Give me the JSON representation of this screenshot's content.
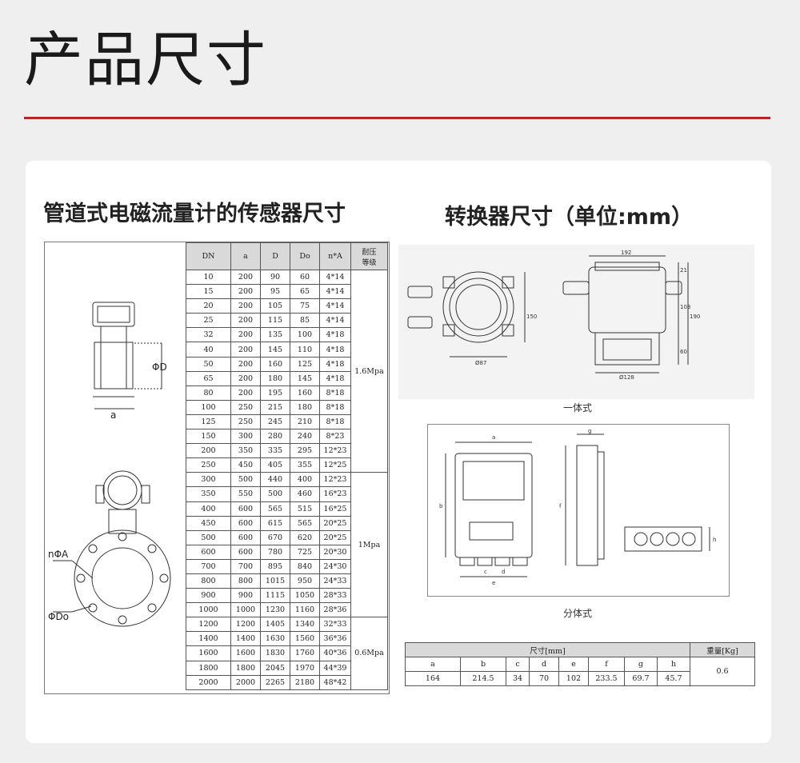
{
  "page_title": "产品尺寸",
  "sensor": {
    "heading": "管道式电磁流量计的传感器尺寸",
    "drawing_labels": {
      "phi_d": "ΦD",
      "a": "a",
      "n_phi_a": "nΦA",
      "phi_do": "ΦDo"
    },
    "table_headers": [
      "DN",
      "a",
      "D",
      "Do",
      "n*A",
      "耐压\n等级"
    ],
    "rows": [
      [
        "10",
        "200",
        "90",
        "60",
        "4*14"
      ],
      [
        "15",
        "200",
        "95",
        "65",
        "4*14"
      ],
      [
        "20",
        "200",
        "105",
        "75",
        "4*14"
      ],
      [
        "25",
        "200",
        "115",
        "85",
        "4*14"
      ],
      [
        "32",
        "200",
        "135",
        "100",
        "4*18"
      ],
      [
        "40",
        "200",
        "145",
        "110",
        "4*18"
      ],
      [
        "50",
        "200",
        "160",
        "125",
        "4*18"
      ],
      [
        "65",
        "200",
        "180",
        "145",
        "4*18"
      ],
      [
        "80",
        "200",
        "195",
        "160",
        "8*18"
      ],
      [
        "100",
        "250",
        "215",
        "180",
        "8*18"
      ],
      [
        "125",
        "250",
        "245",
        "210",
        "8*18"
      ],
      [
        "150",
        "300",
        "280",
        "240",
        "8*23"
      ],
      [
        "200",
        "350",
        "335",
        "295",
        "12*23"
      ],
      [
        "250",
        "450",
        "405",
        "355",
        "12*25"
      ],
      [
        "300",
        "500",
        "440",
        "400",
        "12*23"
      ],
      [
        "350",
        "550",
        "500",
        "460",
        "16*23"
      ],
      [
        "400",
        "600",
        "565",
        "515",
        "16*25"
      ],
      [
        "450",
        "600",
        "615",
        "565",
        "20*25"
      ],
      [
        "500",
        "600",
        "670",
        "620",
        "20*25"
      ],
      [
        "600",
        "600",
        "780",
        "725",
        "20*30"
      ],
      [
        "700",
        "700",
        "895",
        "840",
        "24*30"
      ],
      [
        "800",
        "800",
        "1015",
        "950",
        "24*33"
      ],
      [
        "900",
        "900",
        "1115",
        "1050",
        "28*33"
      ],
      [
        "1000",
        "1000",
        "1230",
        "1160",
        "28*36"
      ],
      [
        "1200",
        "1200",
        "1405",
        "1340",
        "32*33"
      ],
      [
        "1400",
        "1400",
        "1630",
        "1560",
        "36*36"
      ],
      [
        "1600",
        "1600",
        "1830",
        "1760",
        "40*36"
      ],
      [
        "1800",
        "1800",
        "2045",
        "1970",
        "44*39"
      ],
      [
        "2000",
        "2000",
        "2265",
        "2180",
        "48*42"
      ]
    ],
    "pressure_groups": [
      {
        "label": "1.6Mpa",
        "span": 14
      },
      {
        "label": "1Mpa",
        "span": 10
      },
      {
        "label": "0.6Mpa",
        "span": 5
      }
    ]
  },
  "converter": {
    "heading": "转换器尺寸（单位:mm）",
    "integral_caption": "一体式",
    "split_caption": "分体式",
    "integral_dims": {
      "w192": "192",
      "h150": "150",
      "d87": "Ø87",
      "h21": "21",
      "h103": "103",
      "h190": "190",
      "h60": "60",
      "d128": "Ø128"
    },
    "split_letters": {
      "a": "a",
      "b": "b",
      "c": "c",
      "d": "d",
      "e": "e",
      "f": "f",
      "g": "g",
      "h": "h"
    },
    "dims_table": {
      "size_header": "尺寸[mm]",
      "weight_header": "重量[Kg]",
      "letters": [
        "a",
        "b",
        "c",
        "d",
        "e",
        "f",
        "g",
        "h"
      ],
      "values": [
        "164",
        "214.5",
        "34",
        "70",
        "102",
        "233.5",
        "69.7",
        "45.7"
      ],
      "weight": "0.6"
    }
  },
  "colors": {
    "accent_rule": "#b3262c",
    "background": "#efefef",
    "card": "#ffffff",
    "header_cell": "#d9d9d9"
  }
}
